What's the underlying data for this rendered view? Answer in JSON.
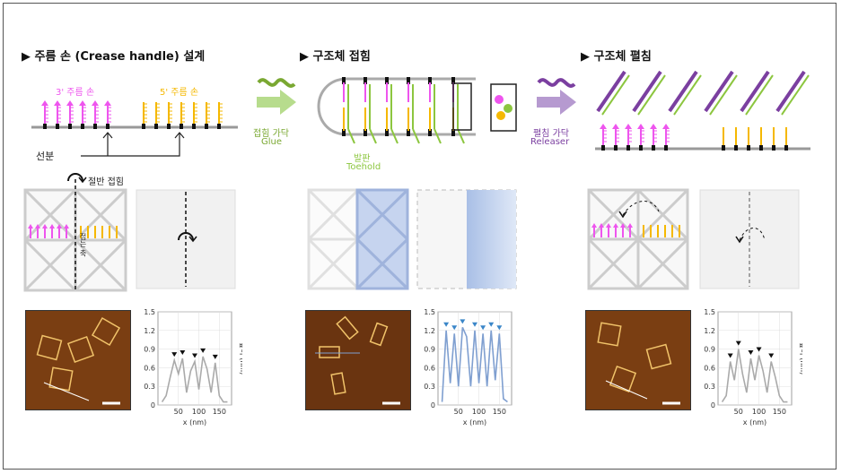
{
  "panel1": {
    "title": "▶ 주름 손 (Crease handle) 설계",
    "label_3prime": "3' 주름 손",
    "label_5prime": "5' 주름 손",
    "label_line": "선분",
    "label_half_fold": "절반 접힘",
    "label_fold_axis": "접는 축"
  },
  "arrow1": {
    "label_ko": "접힘 가닥",
    "label_en": "Glue",
    "color": "#8cc63f"
  },
  "panel2": {
    "title": "▶ 구조체 접힘",
    "label_toehold_ko": "발판",
    "label_toehold_en": "Toehold"
  },
  "arrow2": {
    "label_ko": "펼침 가닥",
    "label_en": "Releaser",
    "color": "#7b3fa0"
  },
  "panel3": {
    "title": "▶ 구조체 펼침"
  },
  "colors": {
    "magenta": "#ee55ee",
    "yellow": "#f5b800",
    "green": "#8cc63f",
    "purple": "#7b3fa0",
    "blue": "#7f9fd0"
  },
  "chart_data": [
    {
      "type": "line",
      "x": [
        10,
        20,
        30,
        40,
        50,
        60,
        70,
        80,
        90,
        100,
        110,
        120,
        130,
        140,
        150,
        160,
        170
      ],
      "y": [
        0.05,
        0.15,
        0.45,
        0.72,
        0.5,
        0.75,
        0.2,
        0.55,
        0.7,
        0.25,
        0.78,
        0.58,
        0.2,
        0.68,
        0.15,
        0.05,
        0.05
      ],
      "xticks": [
        "50",
        "100",
        "150"
      ],
      "yticks": [
        "0",
        "0.3",
        "0.6",
        "0.9",
        "1.2",
        "1.5"
      ],
      "xlabel": "x (nm)",
      "ylabel": "높이 (nm)",
      "ylim": [
        0,
        1.5
      ],
      "xlim": [
        0,
        180
      ],
      "color": "#aaaaaa"
    },
    {
      "type": "line",
      "x": [
        10,
        20,
        30,
        40,
        50,
        60,
        70,
        80,
        90,
        100,
        110,
        120,
        130,
        140,
        150,
        160,
        170
      ],
      "y": [
        0.05,
        1.2,
        0.35,
        1.15,
        0.3,
        1.25,
        1.1,
        0.3,
        1.2,
        0.35,
        1.15,
        0.3,
        1.2,
        0.4,
        1.15,
        0.1,
        0.05
      ],
      "xticks": [
        "50",
        "100",
        "150"
      ],
      "yticks": [
        "0",
        "0.3",
        "0.6",
        "0.9",
        "1.2",
        "1.5"
      ],
      "xlabel": "x (nm)",
      "ylabel": "",
      "ylim": [
        0,
        1.5
      ],
      "xlim": [
        0,
        180
      ],
      "color": "#7f9fd0"
    },
    {
      "type": "line",
      "x": [
        10,
        20,
        30,
        40,
        50,
        60,
        70,
        80,
        90,
        100,
        110,
        120,
        130,
        140,
        150,
        160,
        170
      ],
      "y": [
        0.05,
        0.15,
        0.7,
        0.4,
        0.9,
        0.5,
        0.2,
        0.75,
        0.4,
        0.8,
        0.55,
        0.2,
        0.7,
        0.45,
        0.15,
        0.05,
        0.05
      ],
      "xticks": [
        "50",
        "100",
        "150"
      ],
      "yticks": [
        "0",
        "0.3",
        "0.6",
        "0.9",
        "1.2",
        "1.5"
      ],
      "xlabel": "x (nm)",
      "ylabel": "높이 (nm)",
      "ylim": [
        0,
        1.5
      ],
      "xlim": [
        0,
        180
      ],
      "color": "#aaaaaa"
    }
  ]
}
